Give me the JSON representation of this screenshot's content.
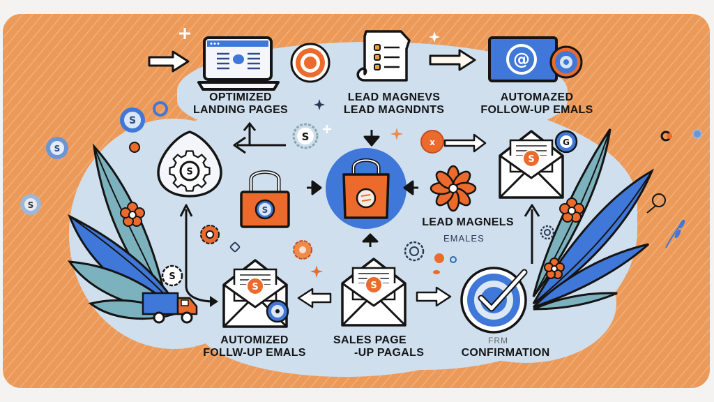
{
  "diagram": {
    "title": "",
    "type": "marketing-funnel-illustration",
    "colors": {
      "background_orange": "#ec9a5a",
      "panel_blue": "#cfdfee",
      "accent_blue": "#3f78d8",
      "accent_orange": "#ec6a2c",
      "outline": "#141414"
    },
    "nodes": [
      {
        "id": "landing",
        "icon": "laptop-icon",
        "label_line1": "OPTIMIZED",
        "label_line2": "LANDING PAGES"
      },
      {
        "id": "target",
        "icon": "target-icon"
      },
      {
        "id": "lead-magnets-top",
        "icon": "checklist-scroll-icon",
        "label_line1": "LEAD MAGNEVS",
        "label_line2": "LEAD MAGNDNTS"
      },
      {
        "id": "auto-followup-top",
        "icon": "at-email-icon",
        "label_line1": "AUTOMAZED",
        "label_line2": "FOLLOW-UP EMALS"
      },
      {
        "id": "gear-shield",
        "icon": "gear-shield-icon"
      },
      {
        "id": "lock",
        "icon": "padlock-icon"
      },
      {
        "id": "center-bag",
        "icon": "shopping-bag-icon"
      },
      {
        "id": "flower",
        "icon": "flower-icon"
      },
      {
        "id": "email-right",
        "icon": "open-envelope-icon"
      },
      {
        "id": "lead-magnets-mid",
        "label_line1": "LEAD MAGNELS",
        "sublabel": "EMALES"
      },
      {
        "id": "auto-followup-bottom",
        "icon": "open-envelope-icon",
        "label_line1": "AUTOMIZED",
        "label_line2": "FOLLW-UP EMALS"
      },
      {
        "id": "sales-page",
        "icon": "open-envelope-icon",
        "label_line1": "SALES PAGE",
        "label_line2": "-UP PAGALS"
      },
      {
        "id": "confirmation",
        "icon": "check-target-icon",
        "label_line0": "FRM",
        "label_line1": "CONFIRMATION"
      },
      {
        "id": "truck",
        "icon": "delivery-truck-icon"
      }
    ]
  }
}
